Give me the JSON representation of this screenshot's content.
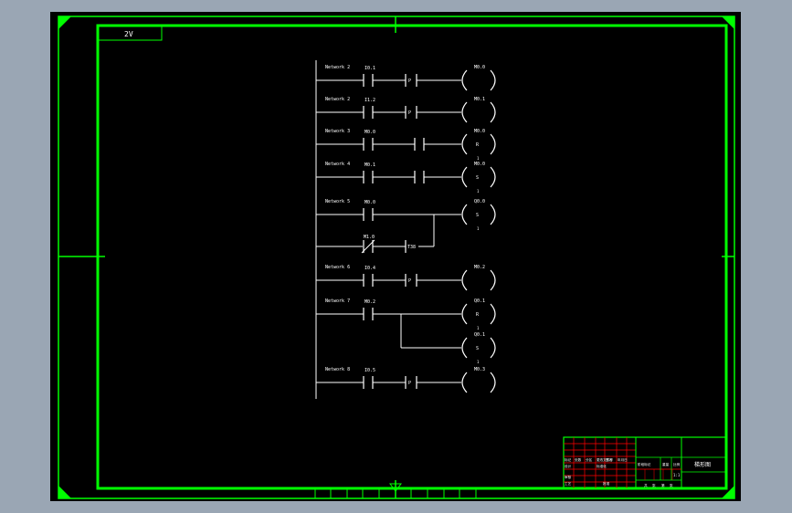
{
  "drawing": {
    "corner_tag": "2V",
    "colors": {
      "background": "#000000",
      "border": "#00ff00",
      "lines": "#ffffff",
      "table_red": "#ff0000",
      "outer_bg": "#9aa6b4"
    }
  },
  "rungs": [
    {
      "network": "Network 2",
      "contact": "I0.1",
      "edge": "P",
      "coil": "M0.0",
      "coil_sub": ""
    },
    {
      "network": "Network 2",
      "contact": "I1.2",
      "edge": "P",
      "coil": "M0.1",
      "coil_sub": ""
    },
    {
      "network": "Network 3",
      "contact": "M0.0",
      "edge": "",
      "coil": "M0.0",
      "coil_sub": "R"
    },
    {
      "network": "Network 4",
      "contact": "M0.1",
      "edge": "",
      "coil": "M0.0",
      "coil_sub": "S"
    },
    {
      "network": "Network 5",
      "contact": "M0.0",
      "edge": "",
      "coil": "Q0.0",
      "coil_sub": "S"
    },
    {
      "network": "",
      "contact": "M1.0",
      "edge": "",
      "coil": "",
      "coil_sub": "",
      "extra": "T38"
    },
    {
      "network": "Network 6",
      "contact": "I0.4",
      "edge": "P",
      "coil": "M0.2",
      "coil_sub": ""
    },
    {
      "network": "Network 7",
      "contact": "M0.2",
      "edge": "",
      "coil": "Q0.1",
      "coil_sub": "R"
    },
    {
      "network": "",
      "contact": "",
      "edge": "",
      "coil": "Q0.1",
      "coil_sub": "S"
    },
    {
      "network": "Network 8",
      "contact": "I0.5",
      "edge": "P",
      "coil": "M0.3",
      "coil_sub": ""
    }
  ],
  "title_block": {
    "left_cells": [
      "标记",
      "处数",
      "分区",
      "更改文件号",
      "签名",
      "年月日",
      "设计",
      "标准化",
      "审核",
      "工艺",
      "批准"
    ],
    "mid_cells": [
      "阶段标记",
      "重量",
      "比例",
      "共",
      "张",
      "第",
      "张"
    ],
    "ratio": "1:1",
    "drawing_name": "梯形图"
  }
}
